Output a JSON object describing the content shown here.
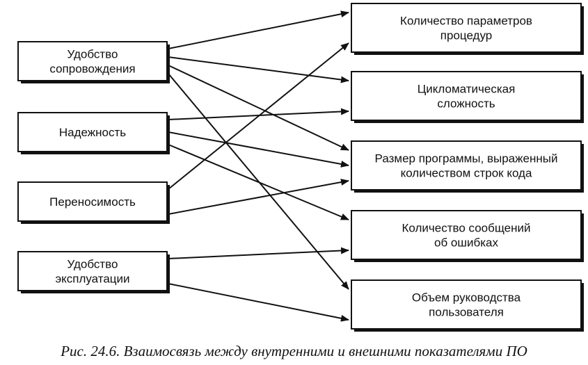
{
  "left_nodes": [
    {
      "id": "maintainability",
      "lines": [
        "Удобство",
        "сопровождения"
      ]
    },
    {
      "id": "reliability",
      "lines": [
        "Надежность"
      ]
    },
    {
      "id": "portability",
      "lines": [
        "Переносимость"
      ]
    },
    {
      "id": "usability",
      "lines": [
        "Удобство",
        "эксплуатации"
      ]
    }
  ],
  "right_nodes": [
    {
      "id": "param-count",
      "lines": [
        "Количество параметров",
        "процедур"
      ]
    },
    {
      "id": "cyclomatic",
      "lines": [
        "Цикломатическая",
        "сложность"
      ]
    },
    {
      "id": "program-size",
      "lines": [
        "Размер программы, выраженный",
        "количеством строк кода"
      ]
    },
    {
      "id": "error-messages",
      "lines": [
        "Количество сообщений",
        "об ошибках"
      ]
    },
    {
      "id": "manual-volume",
      "lines": [
        "Объем руководства",
        "пользователя"
      ]
    }
  ],
  "edges": [
    {
      "from": "maintainability",
      "to": "param-count"
    },
    {
      "from": "maintainability",
      "to": "cyclomatic"
    },
    {
      "from": "maintainability",
      "to": "program-size"
    },
    {
      "from": "maintainability",
      "to": "manual-volume"
    },
    {
      "from": "reliability",
      "to": "cyclomatic"
    },
    {
      "from": "reliability",
      "to": "program-size"
    },
    {
      "from": "reliability",
      "to": "error-messages"
    },
    {
      "from": "portability",
      "to": "param-count"
    },
    {
      "from": "portability",
      "to": "program-size"
    },
    {
      "from": "usability",
      "to": "error-messages"
    },
    {
      "from": "usability",
      "to": "manual-volume"
    }
  ],
  "caption": "Рис. 24.6. Взаимосвязь между внутренними и внешними показателями ПО"
}
